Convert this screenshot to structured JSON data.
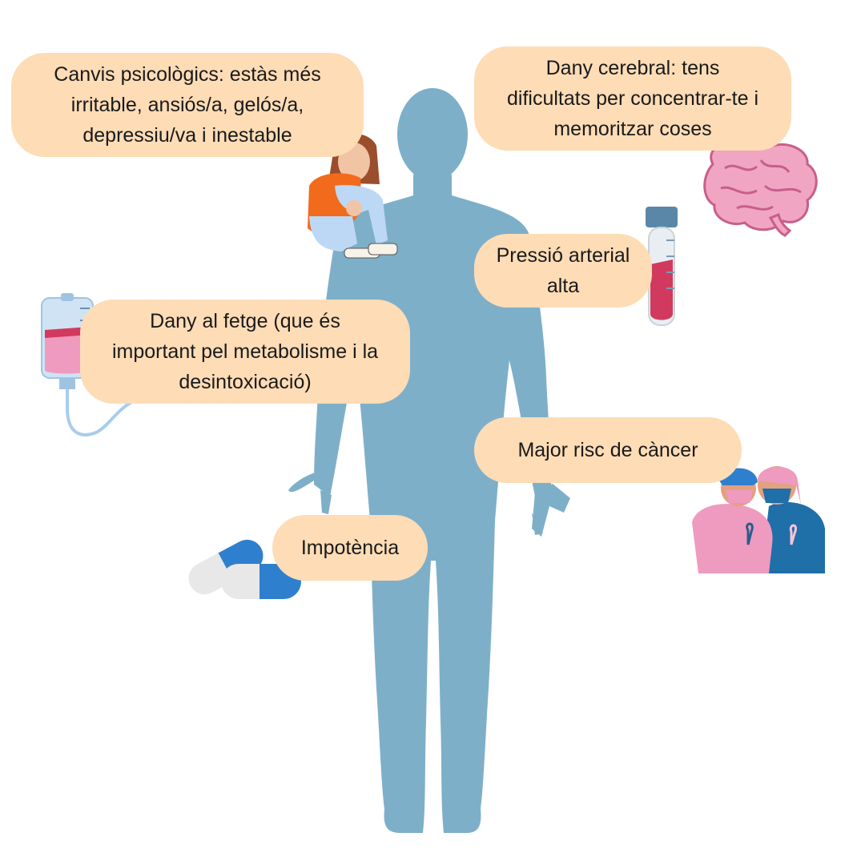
{
  "colors": {
    "silhouette": "#7eafc9",
    "bubble": "#fddcb6",
    "text": "#1a1a1a",
    "blood": "#d13a5e",
    "pink": "#ef9abf",
    "navy": "#1f6fa8"
  },
  "bubbles": {
    "psych": [
      "Canvis psicològics: estàs més",
      "irritable, ansiós/a, gelós/a,",
      "depressiu/va i inestable"
    ],
    "brain": [
      "Dany cerebral: tens",
      "dificultats per concentrar-te i",
      "memoritzar coses"
    ],
    "bp": [
      "Pressió arterial",
      "alta"
    ],
    "liver": [
      "Dany al fetge (que és",
      "important pel metabolisme i la",
      "desintoxicació)"
    ],
    "cancer": [
      "Major risc de càncer"
    ],
    "impo": [
      "Impotència"
    ]
  },
  "icons": [
    "human-silhouette-icon",
    "sad-girl-icon",
    "brain-icon",
    "test-tube-icon",
    "iv-bag-icon",
    "pills-icon",
    "cancer-doctors-icon"
  ]
}
